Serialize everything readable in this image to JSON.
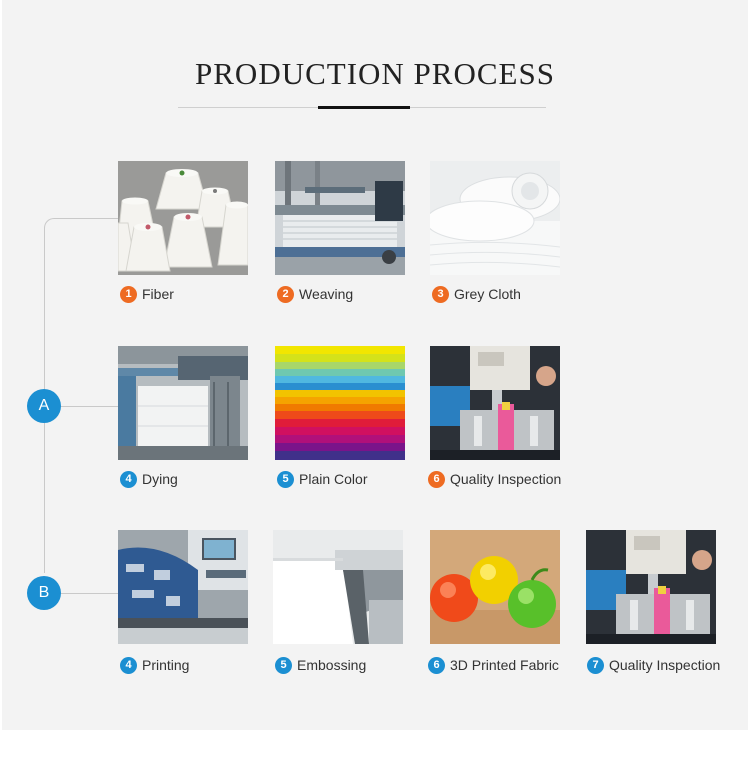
{
  "title": "PRODUCTION PROCESS",
  "markers": {
    "a": "A",
    "b": "B"
  },
  "colors": {
    "accent_orange": "#ee6b22",
    "accent_blue": "#1b8fd2",
    "background": "#f3f3f3"
  },
  "rows": [
    {
      "items": [
        {
          "num": "1",
          "label": "Fiber",
          "image": "cotton-yarn-cones"
        },
        {
          "num": "2",
          "label": "Weaving",
          "image": "weaving-loom-machine"
        },
        {
          "num": "3",
          "label": "Grey Cloth",
          "image": "grey-cloth-rolls"
        }
      ]
    },
    {
      "items": [
        {
          "num": "4",
          "label": "Dying",
          "image": "dyeing-machine"
        },
        {
          "num": "5",
          "label": "Plain Color",
          "image": "colorful-fabric-stack"
        },
        {
          "num": "6",
          "label": "Quality Inspection",
          "image": "inspection-tester-machine"
        }
      ]
    },
    {
      "items": [
        {
          "num": "4",
          "label": "Printing",
          "image": "printing-machine"
        },
        {
          "num": "5",
          "label": "Embossing",
          "image": "embossing-machine"
        },
        {
          "num": "6",
          "label": "3D Printed Fabric",
          "image": "3d-printed-fruit-fabric"
        },
        {
          "num": "7",
          "label": "Quality Inspection",
          "image": "inspection-tester-machine"
        }
      ]
    }
  ]
}
